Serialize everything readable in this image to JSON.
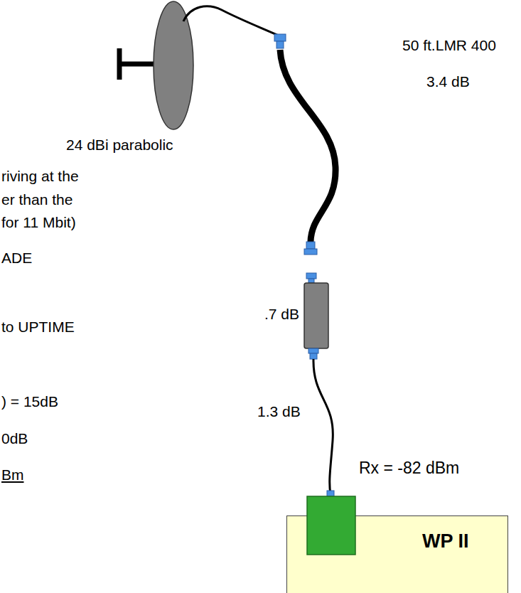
{
  "diagram": {
    "nodes": [
      {
        "text": [
          "WP II"
        ]
      }
    ],
    "labels": [
      "24 dBi parabolic",
      "riving at the",
      "er than the",
      "for 11 Mbit)",
      "ADE",
      "to UPTIME",
      ") = 15dB",
      "0dB",
      "Bm",
      "50 ft.LMR 400",
      "3.4 dB",
      ".7 dB",
      "1.3 dB",
      "Rx = -82 dBm"
    ]
  }
}
